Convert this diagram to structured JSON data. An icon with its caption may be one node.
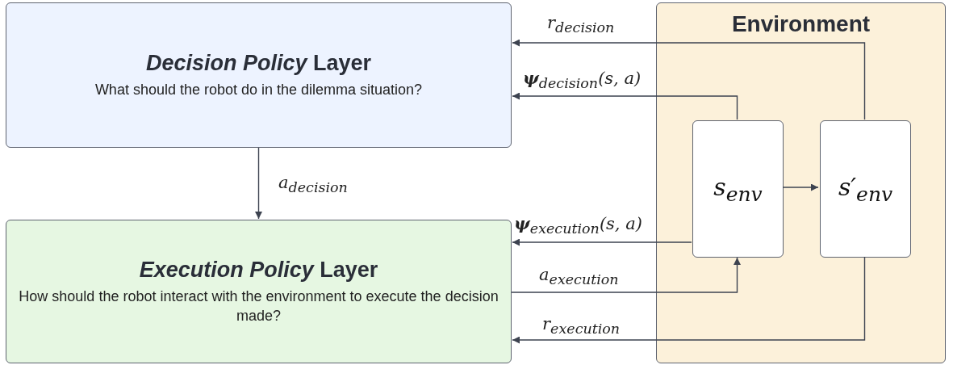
{
  "diagram": {
    "nodes": [
      {
        "text": [
          "*Decision Policy* Layer",
          "What should the robot do in the dilemma situation?"
        ]
      },
      {
        "text": [
          "*Execution Policy* Layer",
          "How should the robot interact with the environment to execute the decision made?"
        ]
      },
      {
        "text": [
          "Environment"
        ]
      },
      {
        "text": [
          "s$_{env}$"
        ],
        "in": 2
      },
      {
        "text": [
          "s′$_{env}$"
        ],
        "in": 2
      }
    ],
    "edges": [
      {
        "from": 0,
        "to": 1,
        "arrow": "to",
        "label": "a$_{decision}$"
      },
      {
        "from": 4,
        "to": 0,
        "arrow": "to",
        "label": "r$_{decision}$"
      },
      {
        "from": 3,
        "to": 0,
        "arrow": "to",
        "label": "**ψ**$_{decision}$(s, a)"
      },
      {
        "from": 3,
        "to": 1,
        "arrow": "to",
        "label": "**ψ**$_{execution}$(s, a)"
      },
      {
        "from": 1,
        "to": 3,
        "arrow": "to",
        "label": "a$_{execution}$"
      },
      {
        "from": 4,
        "to": 1,
        "arrow": "to",
        "label": "r$_{execution}$"
      },
      {
        "from": 3,
        "to": 4,
        "arrow": "to"
      }
    ]
  }
}
